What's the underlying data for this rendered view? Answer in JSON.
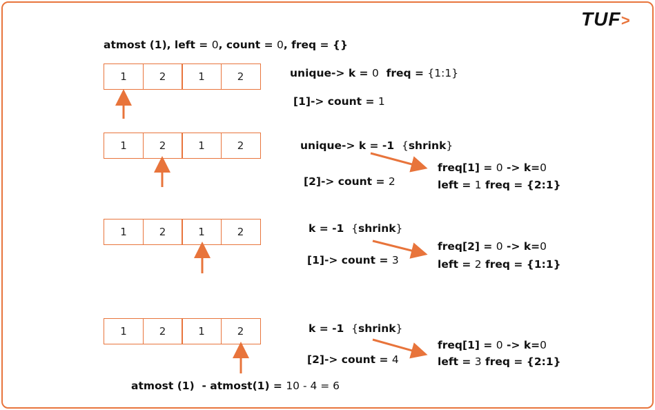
{
  "logo": {
    "text": "TUF",
    "mark": ">"
  },
  "arrays": [
    {
      "values": [
        "1",
        "2",
        "1",
        "2"
      ]
    },
    {
      "values": [
        "1",
        "2",
        "1",
        "2"
      ]
    },
    {
      "values": [
        "1",
        "2",
        "1",
        "2"
      ]
    },
    {
      "values": [
        "1",
        "2",
        "1",
        "2"
      ]
    }
  ],
  "lines": [
    {
      "id": "header",
      "segments": [
        [
          "atmost (1), left = ",
          true
        ],
        [
          "0",
          false
        ],
        [
          ", count = ",
          true
        ],
        [
          "0",
          false
        ],
        [
          ", freq = {}",
          true
        ]
      ]
    },
    {
      "id": "step1-unique",
      "segments": [
        [
          "unique-> k = ",
          true
        ],
        [
          "0",
          false
        ],
        [
          "  freq = ",
          true
        ],
        [
          "{1:1}",
          false
        ]
      ]
    },
    {
      "id": "step1-count",
      "segments": [
        [
          "[1]-> count = ",
          true
        ],
        [
          "1",
          false
        ]
      ]
    },
    {
      "id": "step2-unique",
      "segments": [
        [
          "unique-> k = -1  ",
          true
        ],
        [
          "{",
          false
        ],
        [
          "shrink",
          true
        ],
        [
          "}",
          false
        ]
      ]
    },
    {
      "id": "step2-count",
      "segments": [
        [
          "[2]-> count = ",
          true
        ],
        [
          "2",
          false
        ]
      ]
    },
    {
      "id": "step2-freq",
      "segments": [
        [
          "freq[1] = ",
          true
        ],
        [
          "0",
          false
        ],
        [
          " -> k=",
          true
        ],
        [
          "0",
          false
        ]
      ]
    },
    {
      "id": "step2-left",
      "segments": [
        [
          "left = ",
          true
        ],
        [
          "1",
          false
        ],
        [
          " freq = {2:1}",
          true
        ]
      ]
    },
    {
      "id": "step3-k",
      "segments": [
        [
          "k = -1  ",
          true
        ],
        [
          "{",
          false
        ],
        [
          "shrink",
          true
        ],
        [
          "}",
          false
        ]
      ]
    },
    {
      "id": "step3-count",
      "segments": [
        [
          "[1]-> count = ",
          true
        ],
        [
          "3",
          false
        ]
      ]
    },
    {
      "id": "step3-freq",
      "segments": [
        [
          "freq[2] = ",
          true
        ],
        [
          "0",
          false
        ],
        [
          " -> k=",
          true
        ],
        [
          "0",
          false
        ]
      ]
    },
    {
      "id": "step3-left",
      "segments": [
        [
          "left = ",
          true
        ],
        [
          "2",
          false
        ],
        [
          " freq = {1:1}",
          true
        ]
      ]
    },
    {
      "id": "step4-k",
      "segments": [
        [
          "k = -1  ",
          true
        ],
        [
          "{",
          false
        ],
        [
          "shrink",
          true
        ],
        [
          "}",
          false
        ]
      ]
    },
    {
      "id": "step4-count",
      "segments": [
        [
          "[2]-> count = ",
          true
        ],
        [
          "4",
          false
        ]
      ]
    },
    {
      "id": "step4-freq",
      "segments": [
        [
          "freq[1] = ",
          true
        ],
        [
          "0",
          false
        ],
        [
          " -> k=",
          true
        ],
        [
          "0",
          false
        ]
      ]
    },
    {
      "id": "step4-left",
      "segments": [
        [
          "left = ",
          true
        ],
        [
          "3",
          false
        ],
        [
          " freq = {2:1}",
          true
        ]
      ]
    },
    {
      "id": "result",
      "segments": [
        [
          "atmost (1)  - atmost(1) = ",
          true
        ],
        [
          "10 - 4 = 6",
          false
        ]
      ]
    }
  ],
  "colors": {
    "accent": "#e8743b"
  }
}
